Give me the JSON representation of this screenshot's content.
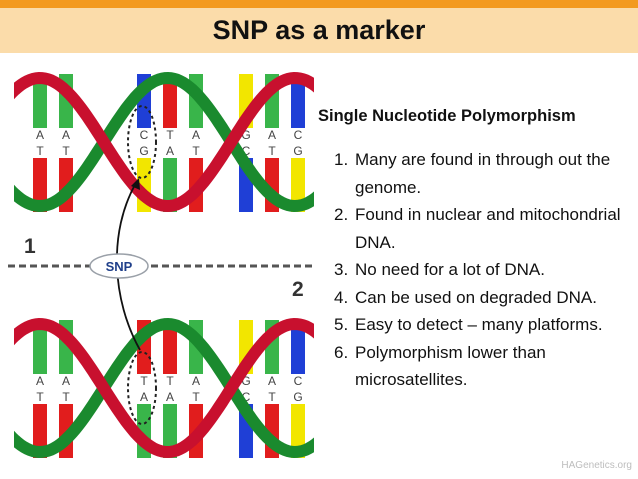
{
  "header": {
    "title": "SNP as a marker"
  },
  "diagram": {
    "strand_numbers": [
      "1",
      "2"
    ],
    "snp_label": "SNP",
    "top_pairs": [
      {
        "top": "A",
        "bottom": "T",
        "top_color": "#39b54a",
        "bottom_color": "#e11d1d"
      },
      {
        "top": "A",
        "bottom": "T",
        "top_color": "#39b54a",
        "bottom_color": "#e11d1d"
      },
      {
        "top": "",
        "bottom": "",
        "top_color": "",
        "bottom_color": ""
      },
      {
        "top": "C",
        "bottom": "G",
        "top_color": "#1f3fd6",
        "bottom_color": "#f2e600"
      },
      {
        "top": "T",
        "bottom": "A",
        "top_color": "#e11d1d",
        "bottom_color": "#39b54a"
      },
      {
        "top": "A",
        "bottom": "T",
        "top_color": "#39b54a",
        "bottom_color": "#e11d1d"
      },
      {
        "top": "",
        "bottom": "",
        "top_color": "",
        "bottom_color": ""
      },
      {
        "top": "G",
        "bottom": "C",
        "top_color": "#f2e600",
        "bottom_color": "#1f3fd6"
      },
      {
        "top": "A",
        "bottom": "T",
        "top_color": "#39b54a",
        "bottom_color": "#e11d1d"
      },
      {
        "top": "C",
        "bottom": "G",
        "top_color": "#1f3fd6",
        "bottom_color": "#f2e600"
      }
    ],
    "bottom_pairs": [
      {
        "top": "A",
        "bottom": "T",
        "top_color": "#39b54a",
        "bottom_color": "#e11d1d"
      },
      {
        "top": "A",
        "bottom": "T",
        "top_color": "#39b54a",
        "bottom_color": "#e11d1d"
      },
      {
        "top": "",
        "bottom": "",
        "top_color": "",
        "bottom_color": ""
      },
      {
        "top": "T",
        "bottom": "A",
        "top_color": "#e11d1d",
        "bottom_color": "#39b54a"
      },
      {
        "top": "T",
        "bottom": "A",
        "top_color": "#e11d1d",
        "bottom_color": "#39b54a"
      },
      {
        "top": "A",
        "bottom": "T",
        "top_color": "#39b54a",
        "bottom_color": "#e11d1d"
      },
      {
        "top": "",
        "bottom": "",
        "top_color": "",
        "bottom_color": ""
      },
      {
        "top": "G",
        "bottom": "C",
        "top_color": "#f2e600",
        "bottom_color": "#1f3fd6"
      },
      {
        "top": "A",
        "bottom": "T",
        "top_color": "#39b54a",
        "bottom_color": "#e11d1d"
      },
      {
        "top": "C",
        "bottom": "G",
        "top_color": "#1f3fd6",
        "bottom_color": "#f2e600"
      }
    ],
    "colors": {
      "strand_red": "#c8102e",
      "strand_green": "#1a8a2e"
    }
  },
  "content": {
    "subtitle": "Single Nucleotide Polymorphism",
    "points": [
      {
        "num": "1.",
        "text": "Many are found in through out the genome."
      },
      {
        "num": "2.",
        "text": "Found in nuclear and mitochondrial DNA."
      },
      {
        "num": "3.",
        "text": "No need for a lot of DNA."
      },
      {
        "num": "4.",
        "text": "Can be used on degraded DNA."
      },
      {
        "num": "5.",
        "text": "Easy to detect – many platforms."
      },
      {
        "num": "6.",
        "text": "Polymorphism lower than microsatellites."
      }
    ]
  },
  "footer": {
    "credit": "HAGenetics.org"
  },
  "theme": {
    "accent": "#f39a1f",
    "header_bg": "#fbdcaa"
  }
}
